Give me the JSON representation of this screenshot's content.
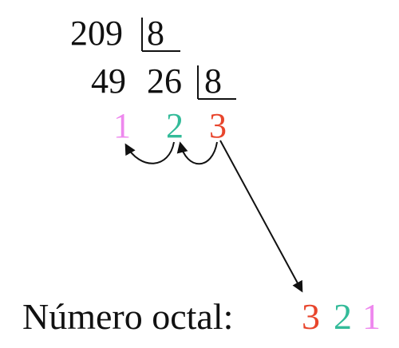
{
  "division": {
    "dividend": "209",
    "divisor_1": "8",
    "remainder_partial": "49",
    "quotient_1": "26",
    "divisor_2": "8"
  },
  "digits": {
    "d1": "1",
    "d2": "2",
    "d3": "3"
  },
  "result": {
    "label": "Número octal:",
    "r1": "3",
    "r2": "2",
    "r3": "1"
  },
  "colors": {
    "pink": "#ee88ee",
    "green": "#33bb99",
    "red": "#e8452c",
    "black": "#111111"
  }
}
